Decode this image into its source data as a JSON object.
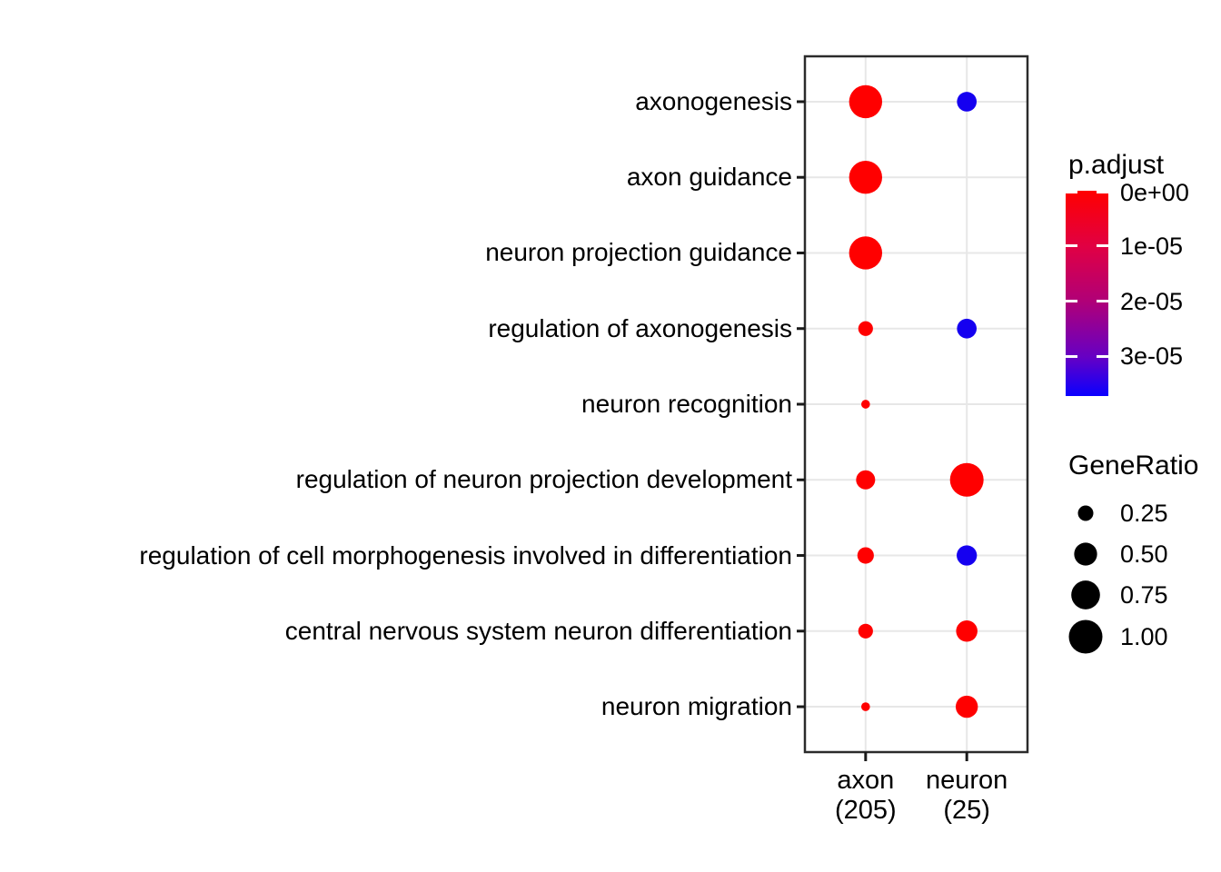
{
  "figure": {
    "background": "#FFFFFF"
  },
  "chart_data": {
    "type": "dotplot",
    "title": "",
    "x_axis": {
      "categories": [
        {
          "label": "axon",
          "count": "(205)"
        },
        {
          "label": "neuron",
          "count": "(25)"
        }
      ]
    },
    "y_axis": {
      "categories": [
        "axonogenesis",
        "axon guidance",
        "neuron projection guidance",
        "regulation of axonogenesis",
        "neuron recognition",
        "regulation of neuron projection development",
        "regulation of cell morphogenesis involved in differentiation",
        "central nervous system neuron differentiation",
        "neuron migration"
      ]
    },
    "points": [
      {
        "term": "axonogenesis",
        "cluster": "axon",
        "gene_ratio": 0.97,
        "p_adjust": 1e-12,
        "color": "#FF0000"
      },
      {
        "term": "axonogenesis",
        "cluster": "neuron",
        "gene_ratio": 0.38,
        "p_adjust": 3.4e-05,
        "color": "#1500F0"
      },
      {
        "term": "axon guidance",
        "cluster": "axon",
        "gene_ratio": 0.97,
        "p_adjust": 1e-12,
        "color": "#FF0000"
      },
      {
        "term": "neuron projection guidance",
        "cluster": "axon",
        "gene_ratio": 0.97,
        "p_adjust": 1e-12,
        "color": "#FF0000"
      },
      {
        "term": "regulation of axonogenesis",
        "cluster": "axon",
        "gene_ratio": 0.23,
        "p_adjust": 1e-09,
        "color": "#FF0000"
      },
      {
        "term": "regulation of axonogenesis",
        "cluster": "neuron",
        "gene_ratio": 0.38,
        "p_adjust": 3.4e-05,
        "color": "#1500F0"
      },
      {
        "term": "neuron recognition",
        "cluster": "axon",
        "gene_ratio": 0.1,
        "p_adjust": 5e-08,
        "color": "#FF0000"
      },
      {
        "term": "regulation of neuron projection development",
        "cluster": "axon",
        "gene_ratio": 0.36,
        "p_adjust": 1e-09,
        "color": "#FF0000"
      },
      {
        "term": "regulation of neuron projection development",
        "cluster": "neuron",
        "gene_ratio": 1.0,
        "p_adjust": 1e-10,
        "color": "#FF0000"
      },
      {
        "term": "regulation of cell morphogenesis involved in differentiation",
        "cluster": "axon",
        "gene_ratio": 0.28,
        "p_adjust": 1e-09,
        "color": "#FF0000"
      },
      {
        "term": "regulation of cell morphogenesis involved in differentiation",
        "cluster": "neuron",
        "gene_ratio": 0.4,
        "p_adjust": 3.5e-05,
        "color": "#1500F0"
      },
      {
        "term": "central nervous system neuron differentiation",
        "cluster": "axon",
        "gene_ratio": 0.23,
        "p_adjust": 5e-08,
        "color": "#FF0000"
      },
      {
        "term": "central nervous system neuron differentiation",
        "cluster": "neuron",
        "gene_ratio": 0.44,
        "p_adjust": 1e-07,
        "color": "#FF0000"
      },
      {
        "term": "neuron migration",
        "cluster": "axon",
        "gene_ratio": 0.1,
        "p_adjust": 5e-08,
        "color": "#FF0000"
      },
      {
        "term": "neuron migration",
        "cluster": "neuron",
        "gene_ratio": 0.47,
        "p_adjust": 1e-07,
        "color": "#FF0000"
      }
    ],
    "color_legend": {
      "title": "p.adjust",
      "ticks": [
        {
          "label": "0e+00",
          "value": 0
        },
        {
          "label": "1e-05",
          "value": 1e-05
        },
        {
          "label": "2e-05",
          "value": 2e-05
        },
        {
          "label": "3e-05",
          "value": 3e-05
        }
      ],
      "max_value": 3.72e-05,
      "gradient_stops": [
        {
          "color": "#FF0000",
          "pos": 0
        },
        {
          "color": "#E10043",
          "pos": 27
        },
        {
          "color": "#B00078",
          "pos": 54
        },
        {
          "color": "#6600C4",
          "pos": 81
        },
        {
          "color": "#0A00FF",
          "pos": 100
        }
      ]
    },
    "size_legend": {
      "title": "GeneRatio",
      "entries": [
        {
          "label": "0.25",
          "value": 0.25
        },
        {
          "label": "0.50",
          "value": 0.5
        },
        {
          "label": "0.75",
          "value": 0.75
        },
        {
          "label": "1.00",
          "value": 1.0
        }
      ],
      "dot_color": "#000000"
    },
    "style": {
      "grid_color": "#E7E7E7",
      "border_color": "#2B2B2B",
      "tick_color": "#1A1A1A",
      "text_color": "#000000"
    }
  }
}
